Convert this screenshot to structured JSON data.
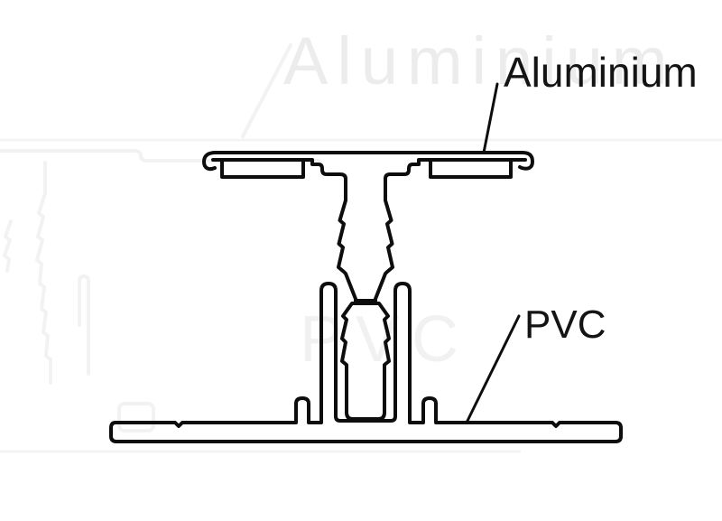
{
  "page": {
    "background": "#ffffff",
    "description": "Cross-section technical drawing of an aluminium decking profile clipped into a PVC base profile"
  },
  "diagram": {
    "labels": {
      "aluminium": "Aluminium",
      "pvc": "PVC"
    },
    "watermark": {
      "text_top": "Aluminium",
      "text_middle": "PVC"
    },
    "colors": {
      "line": "#0d0d0d",
      "label_text": "#141414",
      "watermark_text_top": "#ececec",
      "watermark_text_middle": "#f1f1f1",
      "watermark_line": "#f2f2f2",
      "watermark_line_light": "#f4f4f4"
    }
  }
}
